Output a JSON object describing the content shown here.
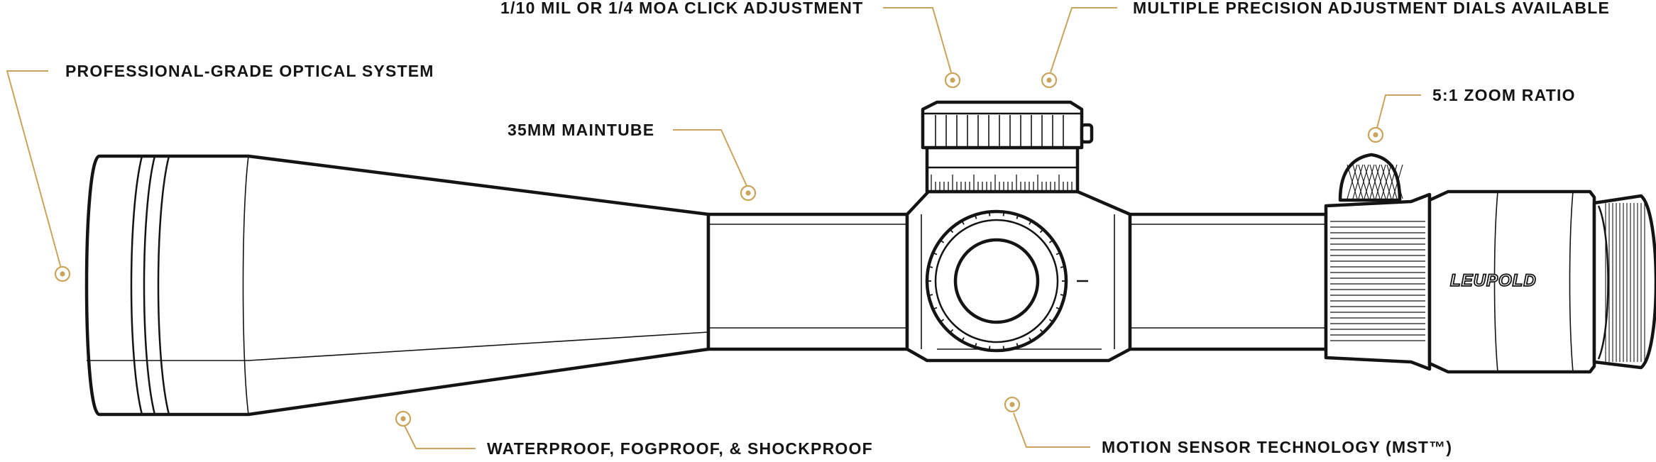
{
  "colors": {
    "accent": "#c9a45c",
    "ink": "#141414",
    "background": "#ffffff"
  },
  "brand": "LEUPOLD",
  "callouts": {
    "optical_system": "PROFESSIONAL-GRADE OPTICAL SYSTEM",
    "click_adjustment": "1/10 MIL OR 1/4 MOA CLICK ADJUSTMENT",
    "adjustment_dials": "MULTIPLE PRECISION ADJUSTMENT DIALS AVAILABLE",
    "maintube": "35MM MAINTUBE",
    "zoom_ratio": "5:1 ZOOM RATIO",
    "waterproof": "WATERPROOF, FOGPROOF, & SHOCKPROOF",
    "motion_sensor": "MOTION SENSOR TECHNOLOGY (MST™)"
  }
}
